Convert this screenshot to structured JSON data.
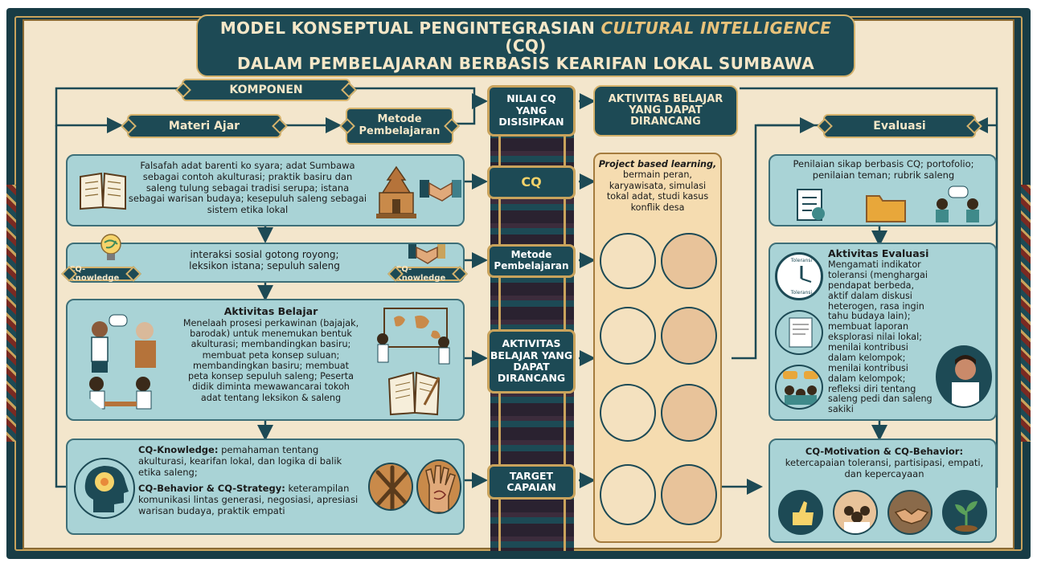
{
  "title": {
    "line1_prefix": "MODEL KONSEPTUAL PENGINTEGRASIAN ",
    "line1_italic": "CULTURAL INTELLIGENCE",
    "line1_suffix": " (CQ)",
    "line2": "DALAM PEMBELAJARAN BERBASIS KEARIFAN LOKAL SUMBAWA"
  },
  "left": {
    "komponen": "KOMPONEN",
    "materi_ajar": "Materi Ajar",
    "metode": "Metode Pembelajaran",
    "box1_text": "Falsafah adat barenti ko syara; adat Sumbawa sebagai contoh akulturasi; praktik basiru dan saleng tulung sebagai tradisi serupa; istana sebagai warisan budaya; kesepuluh saleng sebagai sistem etika lokal",
    "box2_text": "interaksi sosial gotong royong; leksikon istana; sepuluh saleng",
    "cq_knowledge_left": "CQ-Knowledge",
    "cq_knowledge_right": "CQ-Knowledge",
    "box3_title": "Aktivitas Belajar",
    "box3_text": "Menelaah prosesi perkawinan (bajajak, barodak) untuk menemukan bentuk akulturasi; membandingkan basiru; membuat peta konsep suluan; membandingkan basiru; membuat peta konsep sepuluh saleng; Peserta didik diminta mewawancarai tokoh adat tentang leksikon & saleng",
    "box4_k_label": "CQ-Knowledge:",
    "box4_k_text": " pemahaman tentang akulturasi, kearifan lokal, dan logika di balik etika saleng;",
    "box4_b_label": "CQ-Behavior & CQ-Strategy:",
    "box4_b_text": " keterampilan komunikasi lintas generasi, negosiasi, apresiasi warisan budaya, praktik empati"
  },
  "center": {
    "nilai": "NILAI CQ YANG DISISIPKAN",
    "cq": "CQ",
    "metode": "Metode Pembelajaran",
    "aktivitas": "AKTIVITAS BELAJAR YANG DAPAT DIRANCANG",
    "target": "TARGET CAPAIAN"
  },
  "middle": {
    "header": "AKTIVITAS BELAJAR YANG DAPAT DIRANCANG",
    "text_italic": "Project based learning,",
    "text_rest": "bermain peran, karyawisata, simulasi tokal adat, studi kasus konflik desa"
  },
  "right": {
    "evaluasi": "Evaluasi",
    "box1_text": "Penilaian sikap berbasis CQ; portofolio; penilaian teman; rubrik saleng",
    "box2_title": "Aktivitas Evaluasi",
    "box2_text": "Mengamati indikator toleransi (menghargai pendapat berbeda, aktif dalam diskusi heterogen, rasa ingin tahu budaya lain); membuat laporan eksplorasi nilai lokal; menilai kontribusi dalam kelompok; menilai kontribusi dalam kelompok; refleksi diri tentang saleng pedi dan saleng sakiki",
    "clock_top": "Toleransi",
    "clock_bottom": "Toleransi",
    "box3_label": "CQ-Motivation & CQ-Behavior:",
    "box3_text": " ketercapaian toleransi, partisipasi, empati, dan kepercayaan"
  },
  "colors": {
    "navy": "#1d4a55",
    "teal_box": "#a9d3d6",
    "tan_box": "#f5dcb0",
    "gold": "#c9a35c",
    "background": "#f3e6cc"
  },
  "icons": [
    "book-icon",
    "temple-icon",
    "handshake-icon",
    "lightbulb-globe-icon",
    "map-icon",
    "notebook-icon",
    "head-brain-icon",
    "hands-icon",
    "clock-icon",
    "checklist-icon",
    "folder-icon",
    "chat-icon",
    "thumbs-up-icon",
    "sprout-icon",
    "cq-cycle-icon"
  ]
}
